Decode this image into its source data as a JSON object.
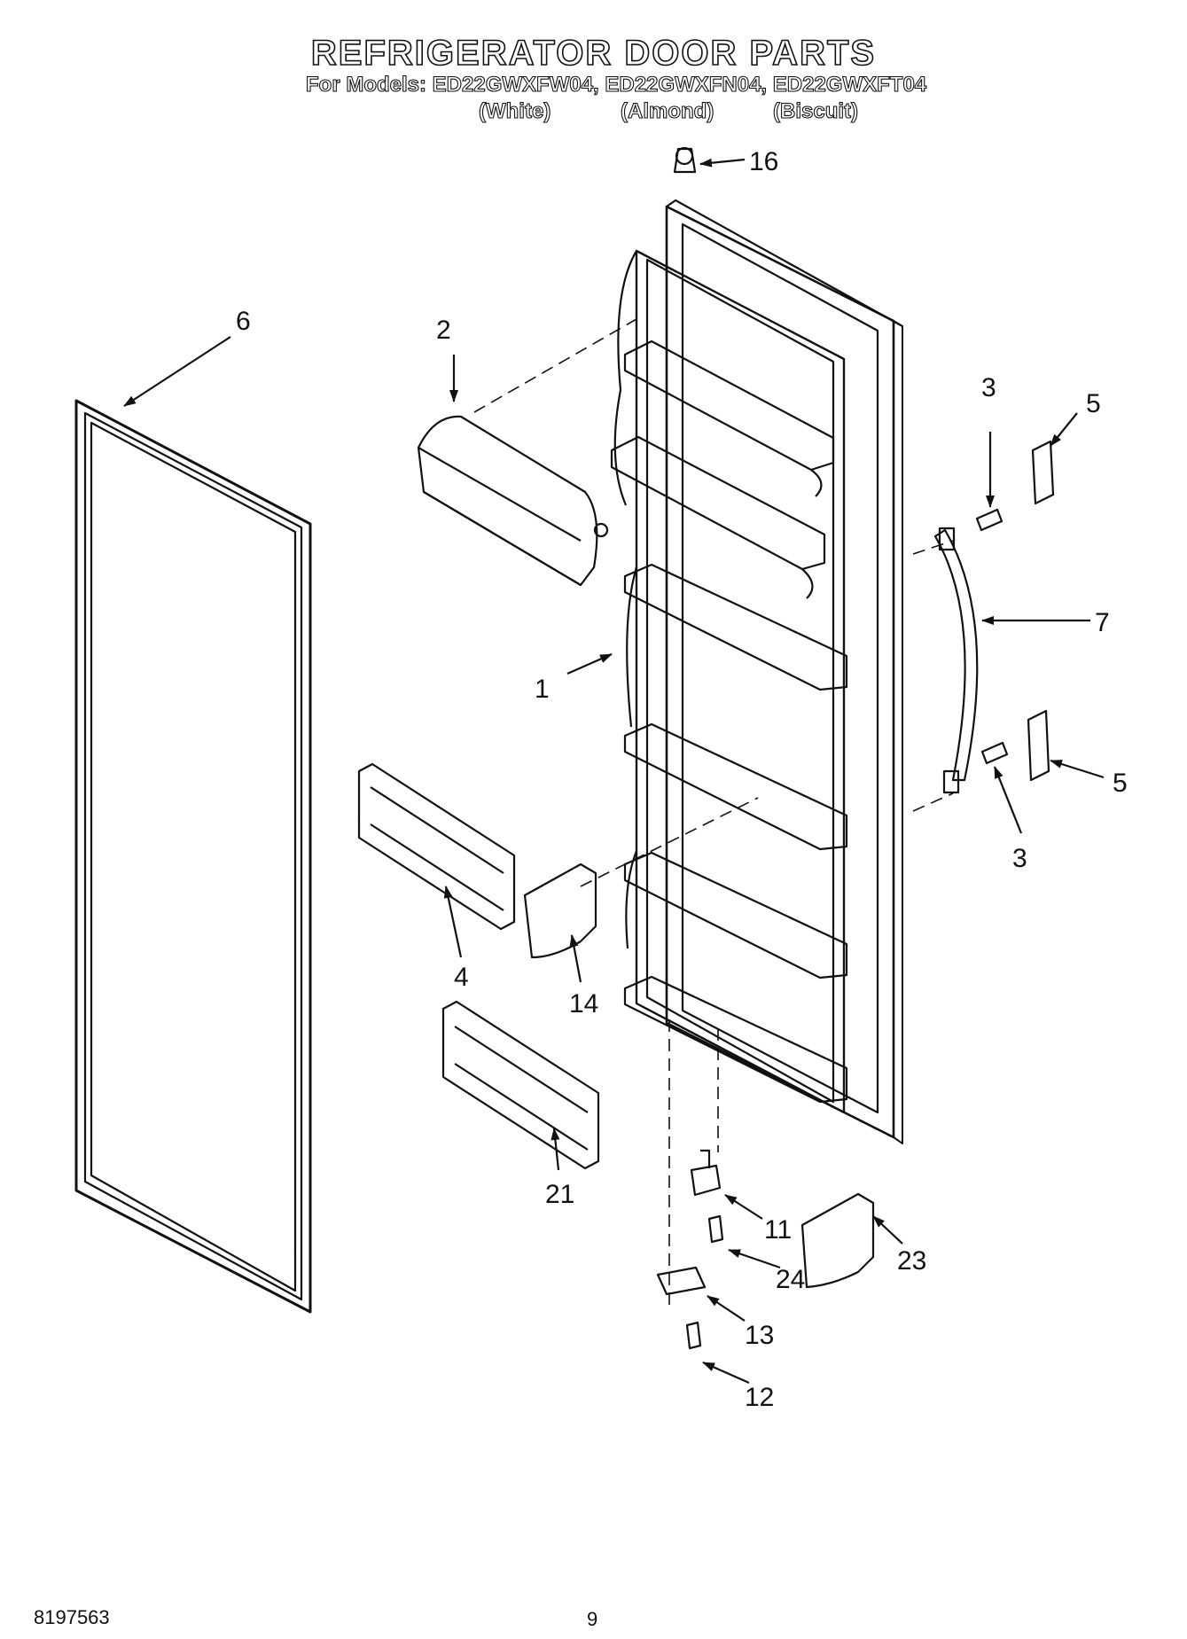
{
  "header": {
    "title": "REFRIGERATOR DOOR PARTS",
    "models_line": "For Models: ED22GWXFW04, ED22GWXFN04, ED22GWXFT04",
    "colors": [
      "(White)",
      "(Almond)",
      "(Biscuit)"
    ]
  },
  "callouts": [
    "16",
    "6",
    "2",
    "3",
    "5",
    "7",
    "1",
    "5",
    "3",
    "4",
    "14",
    "21",
    "11",
    "24",
    "23",
    "13",
    "12"
  ],
  "footer": {
    "doc_number": "8197563",
    "page_number": "9"
  }
}
